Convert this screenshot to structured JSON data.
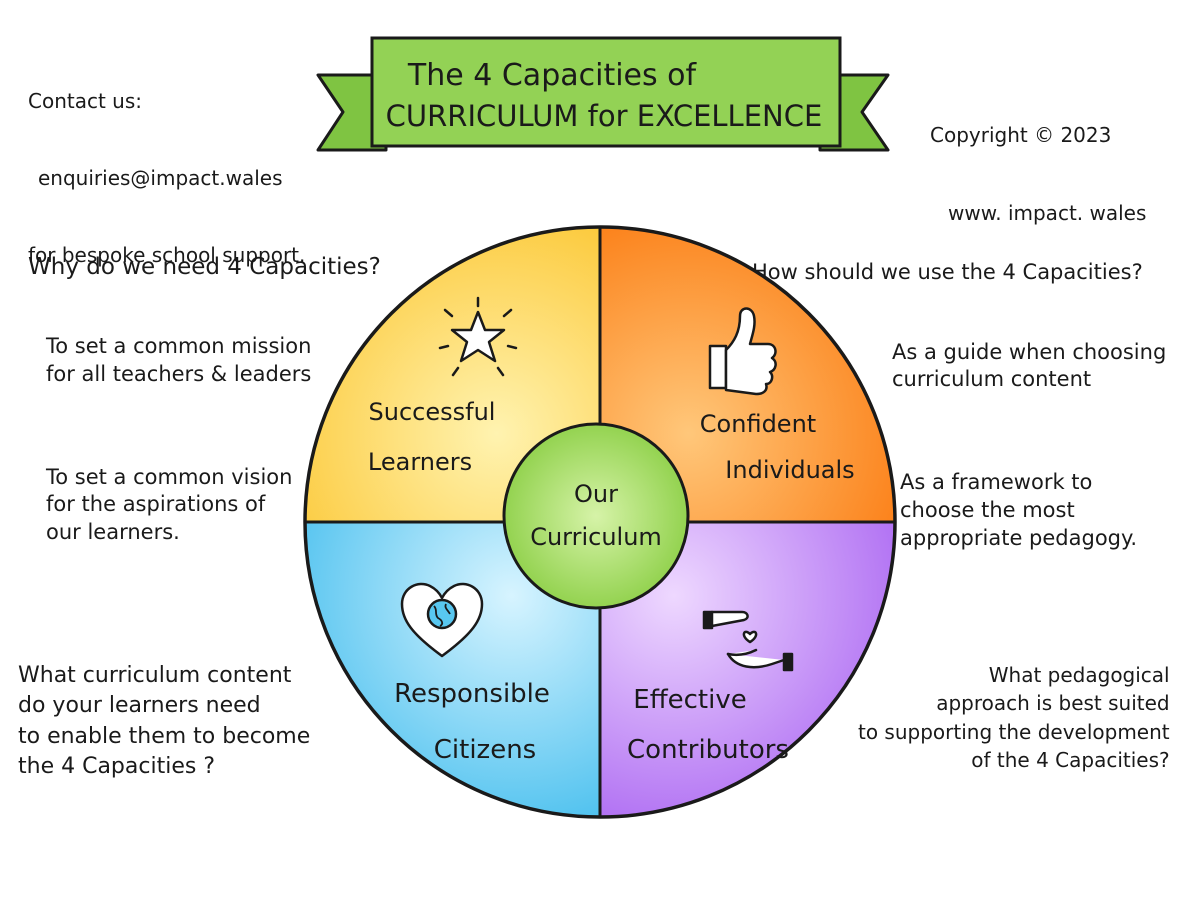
{
  "contact": {
    "heading": "Contact us:",
    "email": "enquiries@impact.wales",
    "note": "for bespoke school support."
  },
  "banner": {
    "line1": "The 4 Capacities of",
    "line2": "CURRICULUM for EXCELLENCE"
  },
  "copyright": {
    "line1": "Copyright © 2023",
    "line2": "www. impact. wales"
  },
  "center": {
    "line1": "Our",
    "line2": "Curriculum"
  },
  "segments": {
    "successful": {
      "line1": "Successful",
      "line2": "Learners",
      "icon": "star-icon",
      "color": "#fcc93a"
    },
    "confident": {
      "line1": "Confident",
      "line2": "Individuals",
      "icon": "thumbs-up-icon",
      "color": "#fb8a1e"
    },
    "responsible": {
      "line1": "Responsible",
      "line2": "Citizens",
      "icon": "heart-globe-icon",
      "color": "#58c7f0"
    },
    "effective": {
      "line1": "Effective",
      "line2": "Contributors",
      "icon": "hands-heart-icon",
      "color": "#b77cf4"
    },
    "center_color": "#8fd24a",
    "banner_color": "#93d255"
  },
  "panels": {
    "top_left": {
      "question": "Why do we need 4 Capacities?",
      "answer1": "To set a common mission\nfor all teachers & leaders",
      "answer2": "To set a common vision\nfor the aspirations of\nour learners."
    },
    "top_right": {
      "question": "How should we use the 4 Capacities?",
      "answer1": "As a guide when choosing\ncurriculum content",
      "answer2": "As a framework to\nchoose the most\nappropriate pedagogy."
    },
    "bottom_left": {
      "question": "What curriculum content\ndo your learners need\nto enable them to become\nthe 4 Capacities ?"
    },
    "bottom_right": {
      "question": "What pedagogical\napproach is best suited\nto supporting the development\nof the 4 Capacities?"
    }
  }
}
